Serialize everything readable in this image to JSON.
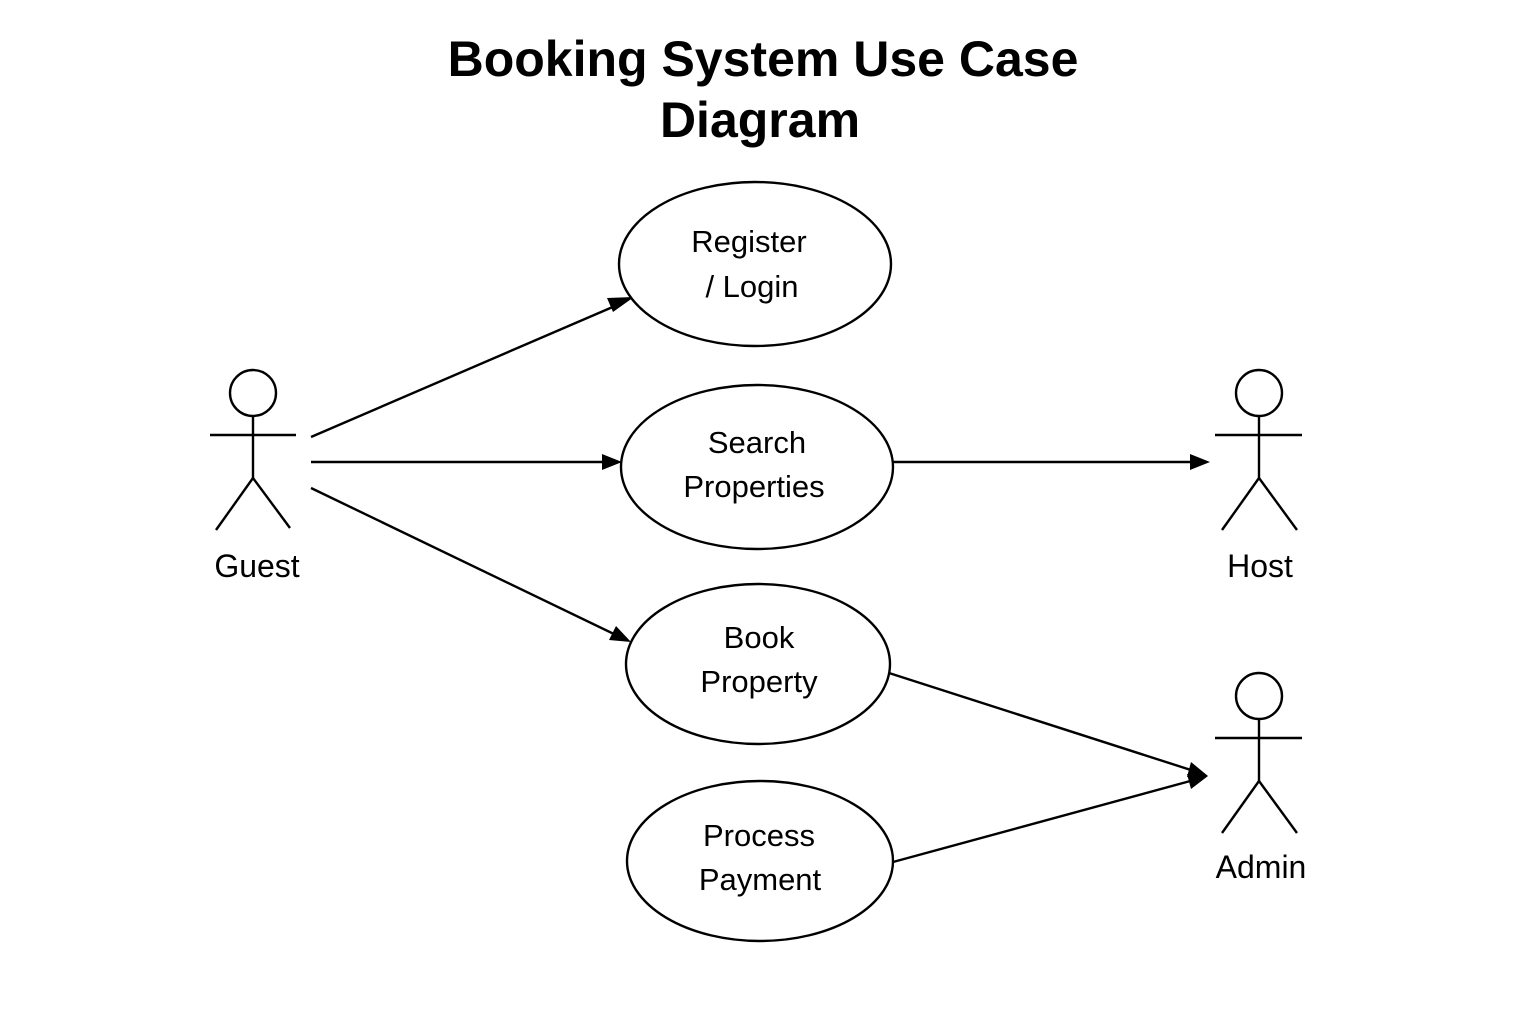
{
  "title": {
    "line1": "Booking System Use Case",
    "line2": "Diagram"
  },
  "actors": {
    "guest": "Guest",
    "host": "Host",
    "admin": "Admin"
  },
  "use_cases": {
    "register_login": [
      "Register",
      "/ Login"
    ],
    "search_properties": [
      "Search",
      "Properties"
    ],
    "book_property": [
      "Book",
      "Property"
    ],
    "process_payment": [
      "Process",
      "Payment"
    ]
  },
  "associations": [
    {
      "from": "Guest",
      "to": "Register / Login",
      "arrow": "to"
    },
    {
      "from": "Guest",
      "to": "Search Properties",
      "arrow": "to"
    },
    {
      "from": "Guest",
      "to": "Book Property",
      "arrow": "to"
    },
    {
      "from": "Search Properties",
      "to": "Host",
      "arrow": "to"
    },
    {
      "from": "Book Property",
      "to": "Admin",
      "arrow": "to"
    },
    {
      "from": "Process Payment",
      "to": "Admin",
      "arrow": "to"
    }
  ]
}
